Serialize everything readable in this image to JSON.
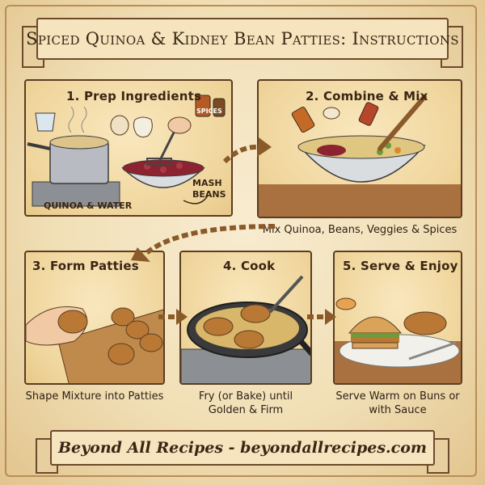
{
  "title": "Spiced Quinoa & Kidney Bean Patties: Instructions",
  "steps": [
    {
      "label": "1. Prep Ingredients",
      "annotations": {
        "quinoa": "QUINOA & WATER",
        "mash": "MASH",
        "beans": "BEANS",
        "spices": "SPICES"
      }
    },
    {
      "label": "2. Combine & Mix",
      "caption": "Mix Quinoa, Beans, Veggies & Spices"
    },
    {
      "label": "3. Form Patties",
      "caption": "Shape Mixture into Patties"
    },
    {
      "label": "4. Cook",
      "caption": "Fry (or Bake) until Golden & Firm"
    },
    {
      "label": "5. Serve & Enjoy",
      "caption": "Serve Warm on Buns or with Sauce"
    }
  ],
  "footer": "Beyond All Recipes - beyondallrecipes.com",
  "colors": {
    "parchment": "#f1dfb6",
    "ink": "#3a2614",
    "patty": "#b97834",
    "bean": "#8b2330"
  }
}
